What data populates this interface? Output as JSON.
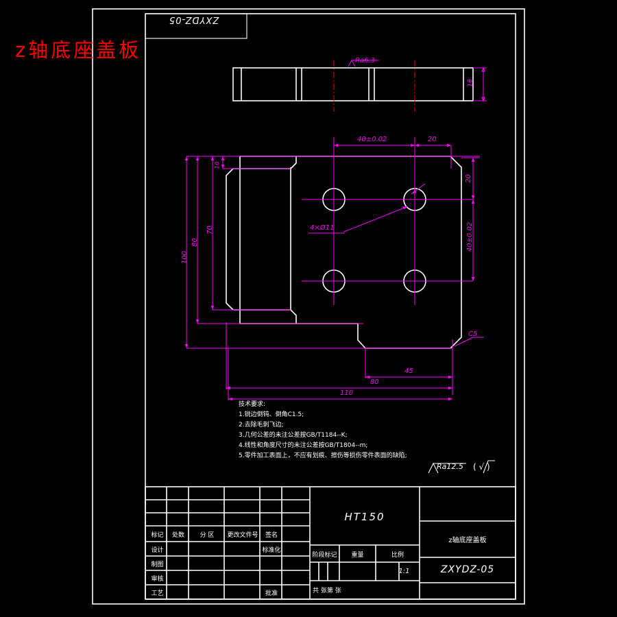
{
  "overlay": {
    "watermark_title": "z轴底座盖板",
    "watermark_color": "#ff0000"
  },
  "header_box": {
    "code_rotated": "ZXYDZ-05"
  },
  "colors": {
    "background": "#000000",
    "geometry": "#ffffff",
    "dimension": "#ff00ff",
    "centerline": "#ff0000"
  },
  "section_view": {
    "surface_finish": "Ra6.3",
    "thickness_dim": "16"
  },
  "front_view": {
    "dims": {
      "top_40": "40±0.02",
      "top_20": "20",
      "right_20": "20",
      "right_40": "40±0.02",
      "left_10": "10",
      "left_70": "70",
      "left_80": "80",
      "left_100": "100",
      "bottom_45": "45",
      "bottom_80": "80",
      "bottom_110": "110",
      "chamfer": "C5",
      "hole_callout": "4×Ø11"
    }
  },
  "technical_requirements": {
    "heading": "技术要求:",
    "items": [
      "1.锐边倒钝、倒角C1.5;",
      "2.去除毛刺飞边;",
      "3.几何公差的未注公差按GB/T1184--K;",
      "4.线性和角度尺寸的未注公差按GB/T1804--m;",
      "5.零件加工表面上，不应有划痕、擦伤等损伤零件表面的缺陷;"
    ],
    "surface_note": "Ra12.5",
    "surface_note_suffix": "( √ )"
  },
  "title_block": {
    "revision_headers": [
      "标记",
      "处数",
      "分 区",
      "更改文件号",
      "签名"
    ],
    "left_rows": [
      {
        "label": "设计",
        "mid": "标准化"
      },
      {
        "label": "制图",
        "mid": ""
      },
      {
        "label": "审核",
        "mid": ""
      },
      {
        "label": "工艺",
        "mid": "批准"
      }
    ],
    "material": "HT150",
    "stage_headers": [
      "阶段标记",
      "重量",
      "比例"
    ],
    "scale": "1:1",
    "sheet_note": "共   张第   张",
    "part_name": "z轴底座盖板",
    "drawing_number": "ZXYDZ-05"
  }
}
